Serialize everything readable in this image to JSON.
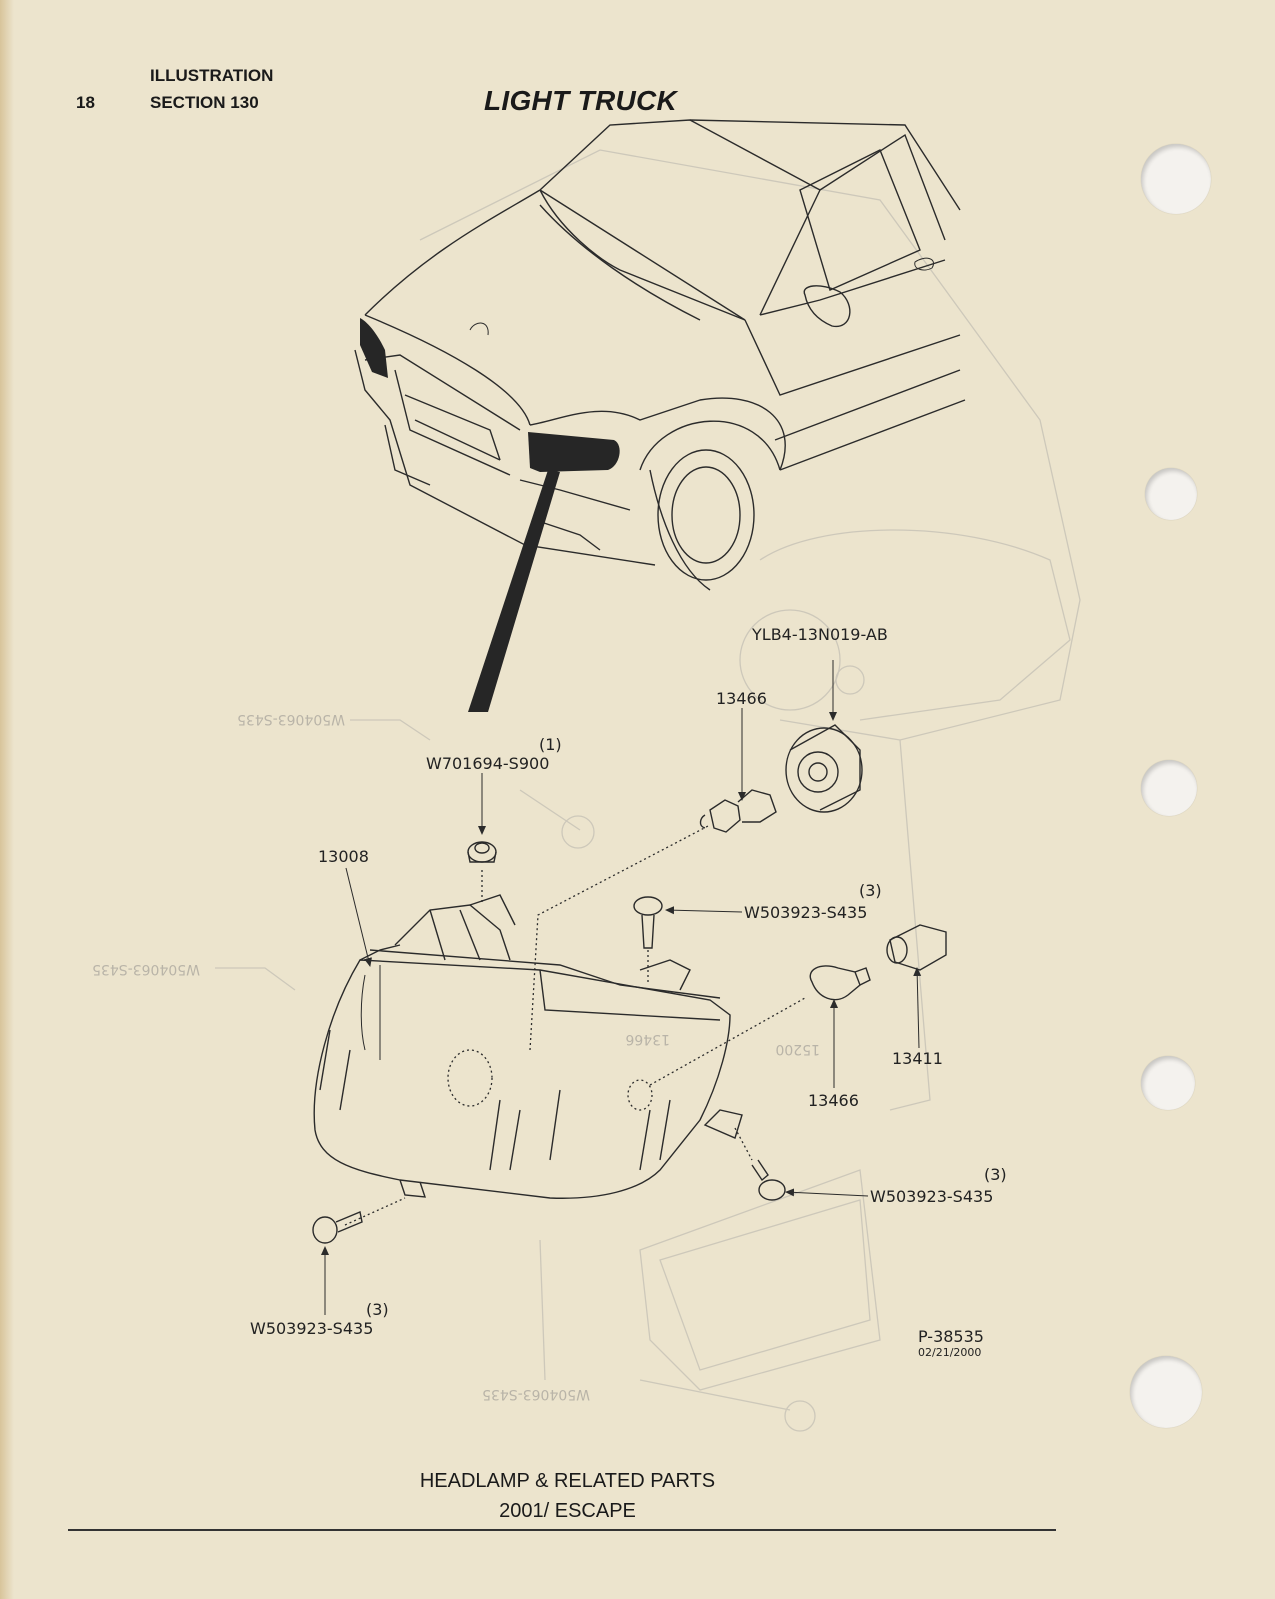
{
  "header": {
    "page_number": "18",
    "line1": "ILLUSTRATION",
    "line2": "SECTION 130",
    "title": "LIGHT TRUCK"
  },
  "callouts": [
    {
      "id": "c-ylb4",
      "part": "YLB4-13N019-AB",
      "qty": ""
    },
    {
      "id": "c-13466-top",
      "part": "13466",
      "qty": ""
    },
    {
      "id": "c-w701694",
      "part": "W701694-S900",
      "qty": "(1)"
    },
    {
      "id": "c-13008",
      "part": "13008",
      "qty": ""
    },
    {
      "id": "c-w503923-a",
      "part": "W503923-S435",
      "qty": "(3)"
    },
    {
      "id": "c-13411",
      "part": "13411",
      "qty": ""
    },
    {
      "id": "c-13466-bot",
      "part": "13466",
      "qty": ""
    },
    {
      "id": "c-w503923-b",
      "part": "W503923-S435",
      "qty": "(3)"
    },
    {
      "id": "c-w503923-c",
      "part": "W503923-S435",
      "qty": "(3)"
    }
  ],
  "figure": {
    "number": "P-38535",
    "date": "02/21/2000"
  },
  "caption": {
    "line1": "HEADLAMP & RELATED PARTS",
    "line2": "2001/ ESCAPE"
  },
  "colors": {
    "paper": "#ece4cd",
    "ink": "#2b2b2b",
    "bleed_through": "#cdc8ba"
  }
}
